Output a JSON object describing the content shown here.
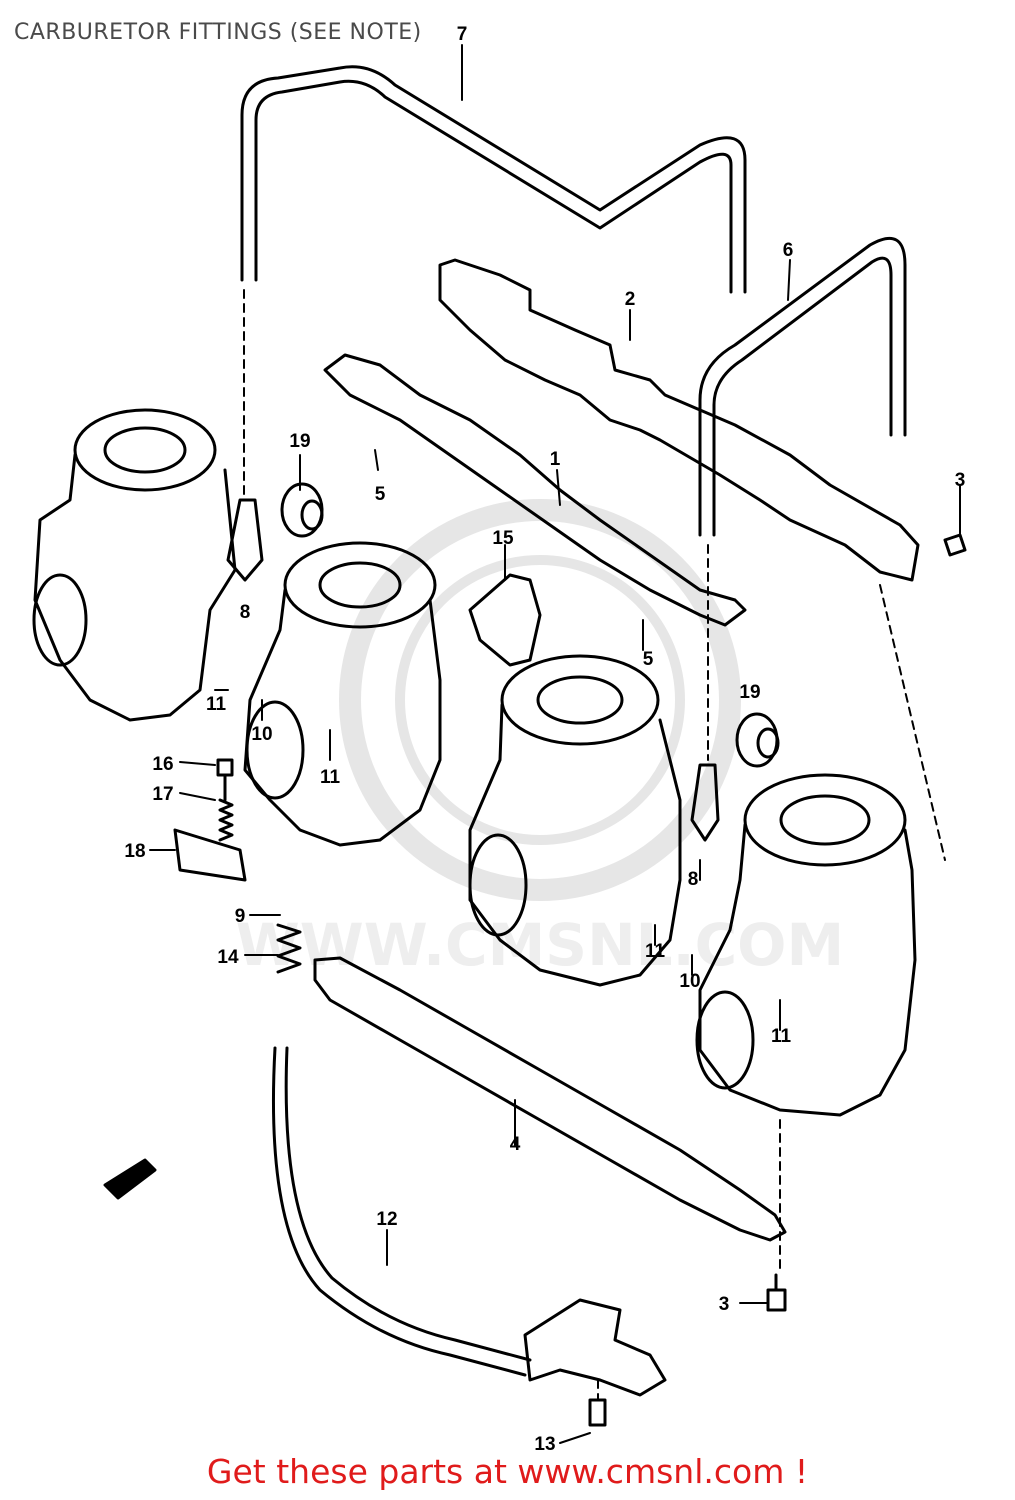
{
  "title": "CARBURETOR FITTINGS (SEE NOTE)",
  "footer_text": "Get these parts at www.cmsnl.com !",
  "watermark": "WWW.CMSNL.COM",
  "colors": {
    "footer": "#e01b1b",
    "title": "#4a4a4a",
    "line": "#000000",
    "watermark": "#e6e6e6"
  },
  "callouts": [
    {
      "id": "c7",
      "label": "7"
    },
    {
      "id": "c2",
      "label": "2"
    },
    {
      "id": "c6",
      "label": "6"
    },
    {
      "id": "c1",
      "label": "1"
    },
    {
      "id": "c19a",
      "label": "19"
    },
    {
      "id": "c5a",
      "label": "5"
    },
    {
      "id": "c3a",
      "label": "3"
    },
    {
      "id": "c15",
      "label": "15"
    },
    {
      "id": "c8a",
      "label": "8"
    },
    {
      "id": "c5b",
      "label": "5"
    },
    {
      "id": "c19b",
      "label": "19"
    },
    {
      "id": "c11a",
      "label": "11"
    },
    {
      "id": "c10a",
      "label": "10"
    },
    {
      "id": "c11b",
      "label": "11"
    },
    {
      "id": "c16",
      "label": "16"
    },
    {
      "id": "c17",
      "label": "17"
    },
    {
      "id": "c18",
      "label": "18"
    },
    {
      "id": "c8b",
      "label": "8"
    },
    {
      "id": "c9",
      "label": "9"
    },
    {
      "id": "c14",
      "label": "14"
    },
    {
      "id": "c11c",
      "label": "11"
    },
    {
      "id": "c10b",
      "label": "10"
    },
    {
      "id": "c11d",
      "label": "11"
    },
    {
      "id": "c4",
      "label": "4"
    },
    {
      "id": "c12",
      "label": "12"
    },
    {
      "id": "c3b",
      "label": "3"
    },
    {
      "id": "c13",
      "label": "13"
    }
  ]
}
